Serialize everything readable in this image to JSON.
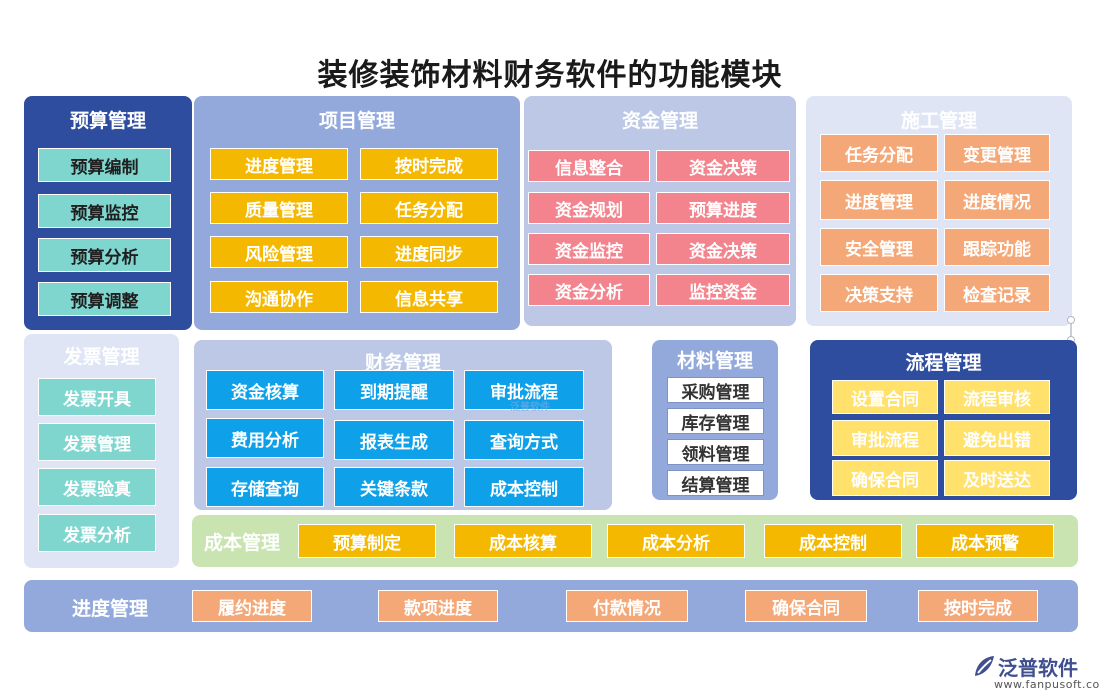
{
  "title": "装修装饰材料财务软件的功能模块",
  "budget": {
    "title": "预算管理",
    "items": [
      "预算编制",
      "预算监控",
      "预算分析",
      "预算调整"
    ]
  },
  "project": {
    "title": "项目管理",
    "items": [
      "进度管理",
      "按时完成",
      "质量管理",
      "任务分配",
      "风险管理",
      "进度同步",
      "沟通协作",
      "信息共享"
    ]
  },
  "funds": {
    "title": "资金管理",
    "items": [
      "信息整合",
      "资金决策",
      "资金规划",
      "预算进度",
      "资金监控",
      "资金决策",
      "资金分析",
      "监控资金"
    ]
  },
  "construction": {
    "title": "施工管理",
    "items": [
      "任务分配",
      "变更管理",
      "进度管理",
      "进度情况",
      "安全管理",
      "跟踪功能",
      "决策支持",
      "检查记录"
    ]
  },
  "invoice": {
    "title": "发票管理",
    "items": [
      "发票开具",
      "发票管理",
      "发票验真",
      "发票分析"
    ]
  },
  "finance": {
    "title": "财务管理",
    "items": [
      "资金核算",
      "到期提醒",
      "审批流程",
      "费用分析",
      "报表生成",
      "查询方式",
      "存储查询",
      "关键条款",
      "成本控制"
    ]
  },
  "material": {
    "title": "材料管理",
    "items": [
      "采购管理",
      "库存管理",
      "领料管理",
      "结算管理"
    ]
  },
  "process": {
    "title": "流程管理",
    "items": [
      "设置合同",
      "流程审核",
      "审批流程",
      "避免出错",
      "确保合同",
      "及时送达"
    ]
  },
  "cost": {
    "title": "成本管理",
    "items": [
      "预算制定",
      "成本核算",
      "成本分析",
      "成本控制",
      "成本预警"
    ]
  },
  "progress": {
    "title": "进度管理",
    "items": [
      "履约进度",
      "款项进度",
      "付款情况",
      "确保合同",
      "按时完成"
    ]
  },
  "watermark": "泛普软件",
  "logo": {
    "name": "泛普软件",
    "url": "www.fanpusoft.com"
  },
  "colors": {
    "dark_blue": "#2f4d9e",
    "mid_blue": "#93a9dc",
    "light_blue": "#bcc8e6",
    "pale_blue": "#dfe5f4",
    "teal": "#7fd6cf",
    "yellow": "#f5b800",
    "pink": "#f3838d",
    "orange": "#f4a878",
    "sky_blue": "#0ea0e8",
    "light_yellow": "#ffe16b",
    "light_green": "#c9e4b1"
  }
}
